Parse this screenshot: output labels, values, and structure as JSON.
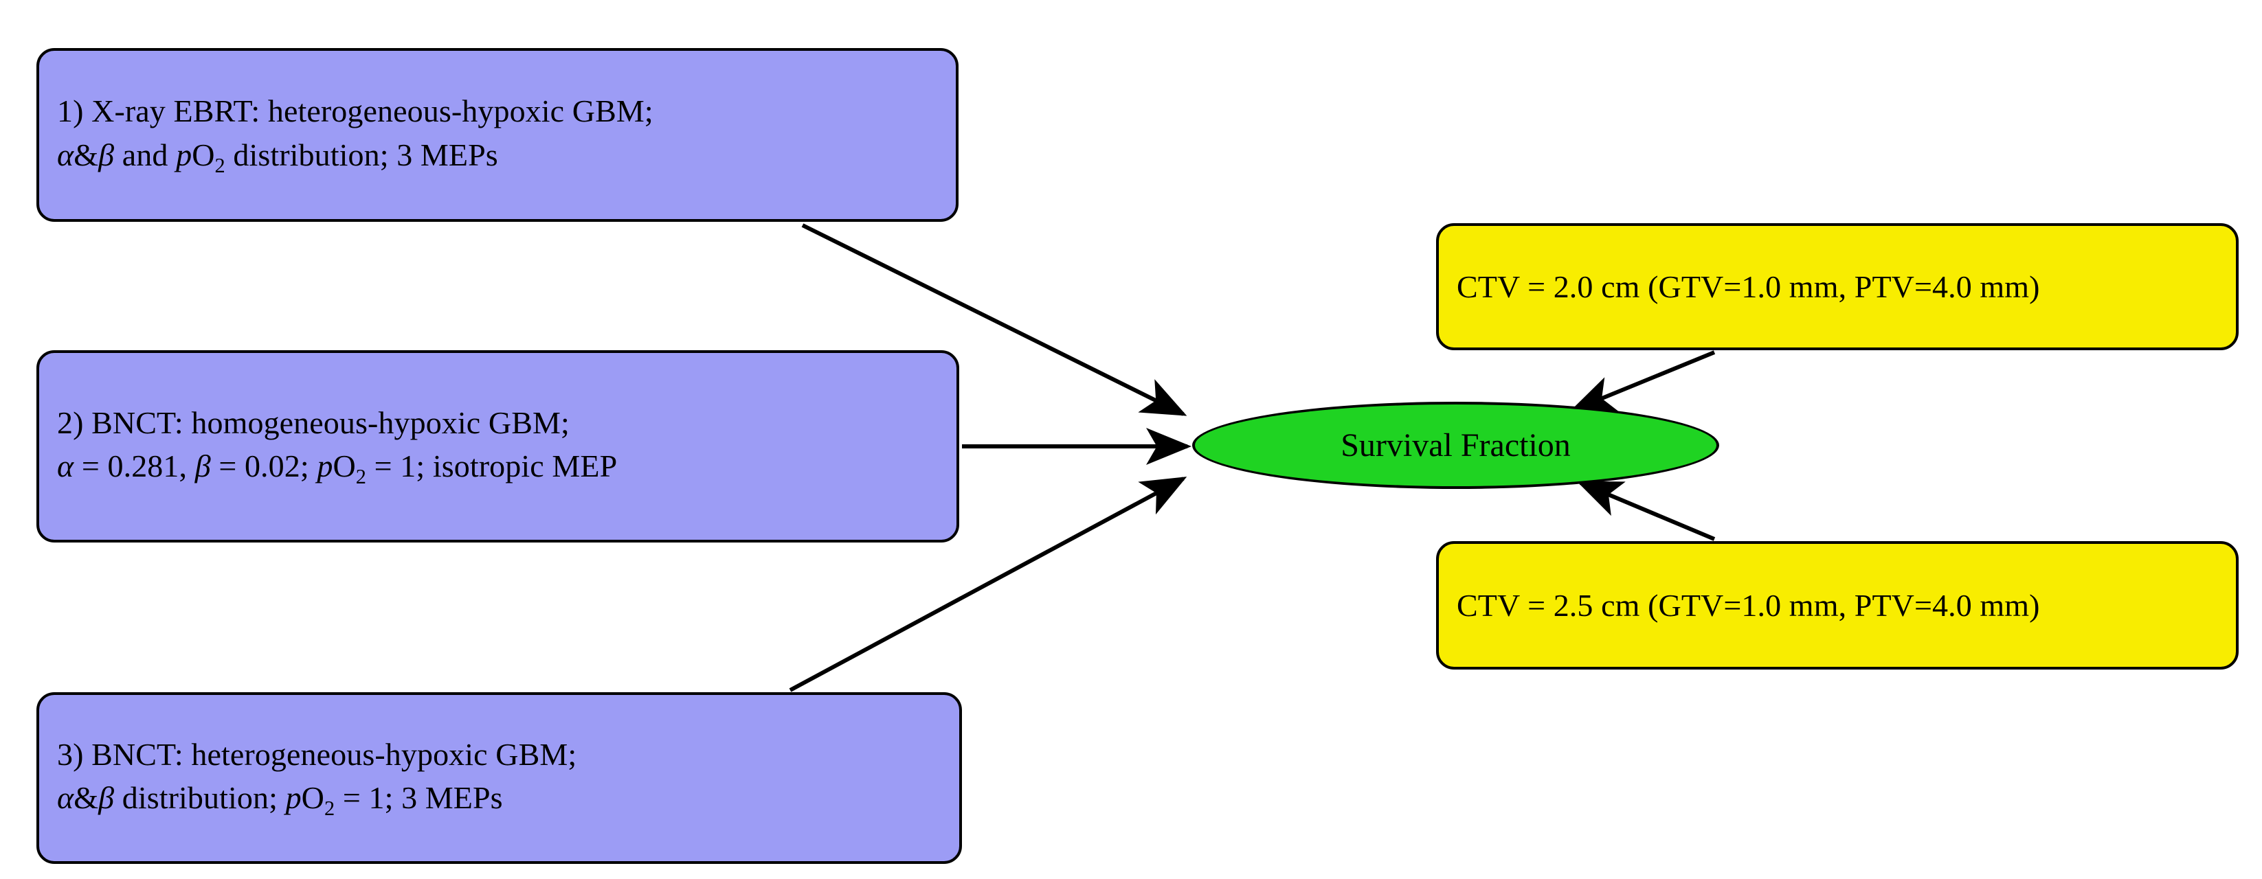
{
  "diagram": {
    "title": "Survival fraction study-arm flow diagram",
    "colors": {
      "scenario_box_fill": "#9c9cf5",
      "target_volume_box_fill": "#f8ed00",
      "outcome_ellipse_fill": "#1fd322",
      "stroke": "#000000",
      "background": "#ffffff"
    },
    "scenarios": [
      {
        "id": "xray-ebrt",
        "line1": "1) X-ray EBRT: heterogeneous-hypoxic GBM;",
        "line2_parts": {
          "alpha": "α",
          "amp": "&",
          "beta": "β",
          "mid": " and ",
          "p": "p",
          "O": "O",
          "two": "2",
          "tail": " distribution; 3 MEPs"
        },
        "line2_plain": "α&β and pO₂ distribution; 3 MEPs"
      },
      {
        "id": "bnct-homogeneous",
        "line1": "2) BNCT: homogeneous-hypoxic GBM;",
        "line2_parts": {
          "alpha": "α",
          "alpha_value": " = 0.281, ",
          "beta": "β",
          "beta_value": " = 0.02; ",
          "p": "p",
          "O": "O",
          "two": "2",
          "tail": " = 1; isotropic MEP"
        },
        "line2_plain": "α = 0.281, β = 0.02; pO₂ = 1; isotropic MEP"
      },
      {
        "id": "bnct-heterogeneous",
        "line1": "3) BNCT: heterogeneous-hypoxic GBM;",
        "line2_parts": {
          "alpha": "α",
          "amp": "&",
          "beta": "β",
          "mid": " distribution; ",
          "p": "p",
          "O": "O",
          "two": "2",
          "tail": " = 1; 3 MEPs"
        },
        "line2_plain": "α&β distribution; pO₂ = 1; 3 MEPs"
      }
    ],
    "target_volumes": [
      {
        "id": "ctv-2-0",
        "label": "CTV = 2.0 cm (GTV=1.0 mm, PTV=4.0 mm)",
        "ctv_cm": 2.0,
        "gtv_mm": 1.0,
        "ptv_mm": 4.0
      },
      {
        "id": "ctv-2-5",
        "label": "CTV = 2.5 cm (GTV=1.0 mm, PTV=4.0 mm)",
        "ctv_cm": 2.5,
        "gtv_mm": 1.0,
        "ptv_mm": 4.0
      }
    ],
    "outcome": {
      "id": "survival-fraction",
      "label": "Survival Fraction"
    },
    "edges": [
      {
        "id": "edge-ebrt-to-survival",
        "from": "xray-ebrt",
        "to": "survival-fraction",
        "style": "solid-arrow"
      },
      {
        "id": "edge-bncthomo-to-survival",
        "from": "bnct-homogeneous",
        "to": "survival-fraction",
        "style": "solid-arrow"
      },
      {
        "id": "edge-bncthet-to-survival",
        "from": "bnct-heterogeneous",
        "to": "survival-fraction",
        "style": "solid-arrow"
      },
      {
        "id": "edge-ctv20-to-survival",
        "from": "ctv-2-0",
        "to": "survival-fraction",
        "style": "solid-arrow"
      },
      {
        "id": "edge-ctv25-to-survival",
        "from": "ctv-2-5",
        "to": "survival-fraction",
        "style": "solid-arrow"
      }
    ]
  }
}
